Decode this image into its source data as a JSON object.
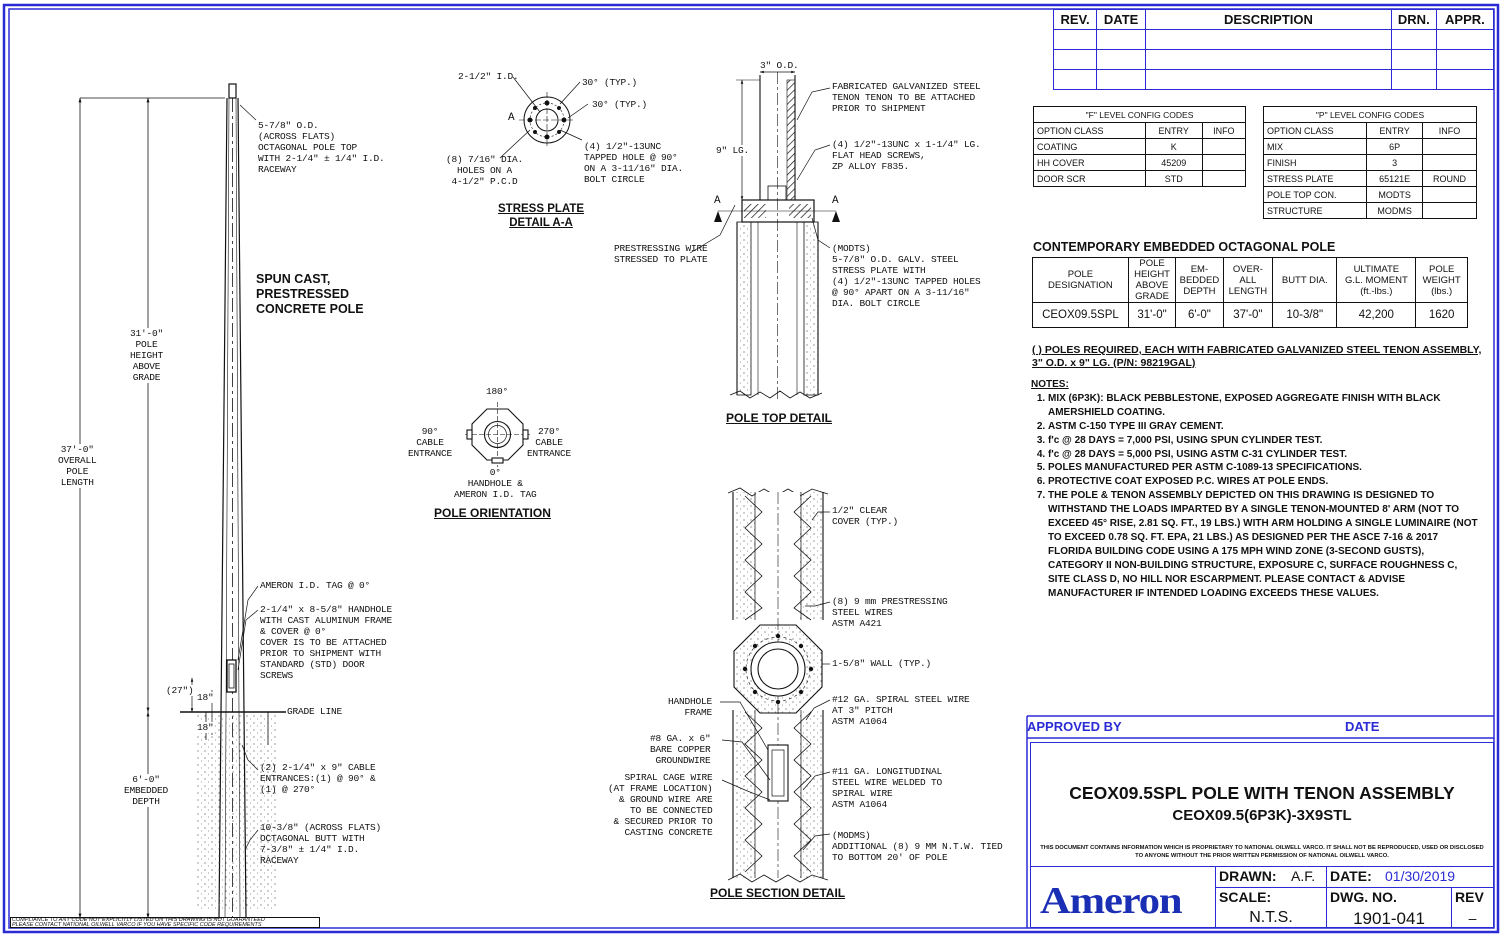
{
  "revision_block": {
    "headers": [
      "REV.",
      "DATE",
      "DESCRIPTION",
      "DRN.",
      "APPR."
    ]
  },
  "f_config": {
    "title": "\"F\" LEVEL CONFIG CODES",
    "headers": [
      "OPTION CLASS",
      "ENTRY",
      "INFO"
    ],
    "rows": [
      [
        "COATING",
        "K",
        ""
      ],
      [
        "HH COVER",
        "45209",
        ""
      ],
      [
        "DOOR SCR",
        "STD",
        ""
      ]
    ]
  },
  "p_config": {
    "title": "\"P\" LEVEL CONFIG CODES",
    "headers": [
      "OPTION CLASS",
      "ENTRY",
      "INFO"
    ],
    "rows": [
      [
        "MIX",
        "6P",
        ""
      ],
      [
        "FINISH",
        "3",
        ""
      ],
      [
        "STRESS PLATE",
        "65121E",
        "ROUND"
      ],
      [
        "POLE TOP CON.",
        "MODTS",
        ""
      ],
      [
        "STRUCTURE",
        "MODMS",
        ""
      ]
    ]
  },
  "pole_table": {
    "title": "CONTEMPORARY EMBEDDED OCTAGONAL POLE",
    "headers": [
      "POLE\nDESIGNATION",
      "POLE\nHEIGHT\nABOVE\nGRADE",
      "EM-\nBEDDED\nDEPTH",
      "OVER-\nALL\nLENGTH",
      "BUTT DIA.",
      "ULTIMATE\nG.L. MOMENT\n(ft.-lbs.)",
      "POLE\nWEIGHT\n(lbs.)"
    ],
    "row": [
      "CEOX09.5SPL",
      "31'-0\"",
      "6'-0\"",
      "37'-0\"",
      "10-3/8\"",
      "42,200",
      "1620"
    ],
    "footnote": "(  ) POLES REQUIRED, EACH WITH FABRICATED GALVANIZED STEEL TENON ASSEMBLY, 3\" O.D. x 9\" LG. (P/N: 98219GAL)"
  },
  "notes": {
    "title": "NOTES:",
    "items": [
      "MIX (6P3K):  BLACK PEBBLESTONE, EXPOSED AGGREGATE FINISH WITH BLACK AMERSHIELD COATING.",
      "ASTM C-150 TYPE III GRAY CEMENT.",
      "f'c @ 28 DAYS = 7,000 PSI, USING SPUN CYLINDER TEST.",
      "f'c @ 28 DAYS = 5,000 PSI, USING ASTM C-31 CYLINDER TEST.",
      "POLES MANUFACTURED PER ASTM C-1089-13 SPECIFICATIONS.",
      "PROTECTIVE COAT EXPOSED P.C. WIRES AT POLE ENDS.",
      "THE POLE & TENON ASSEMBLY DEPICTED ON THIS DRAWING IS DESIGNED TO WITHSTAND THE LOADS IMPARTED BY A SINGLE TENON-MOUNTED 8' ARM (NOT TO EXCEED 45° RISE, 2.81 SQ. FT., 19 LBS.) WITH ARM HOLDING A SINGLE LUMINAIRE (NOT TO EXCEED 0.78 SQ. FT. EPA, 21 LBS.) AS DESIGNED PER THE ASCE 7-16 & 2017 FLORIDA BUILDING CODE USING A 175 MPH WIND ZONE (3-SECOND GUSTS), CATEGORY II NON-BUILDING STRUCTURE, EXPOSURE C, SURFACE ROUGHNESS C, SITE CLASS D, NO HILL NOR ESCARPMENT. PLEASE CONTACT & ADVISE MANUFACTURER IF INTENDED LOADING EXCEEDS THESE VALUES."
    ]
  },
  "title_block": {
    "approved_by": "APPROVED BY",
    "date_label": "DATE",
    "title_line1": "CEOX09.5SPL POLE WITH TENON ASSEMBLY",
    "title_line2": "CEOX09.5(6P3K)-3X9STL",
    "proprietary": "THIS DOCUMENT CONTAINS INFORMATION WHICH IS PROPRIETARY TO NATIONAL OILWELL VARCO. IT SHALL NOT BE REPRODUCED, USED OR DISCLOSED TO ANYONE WITHOUT THE PRIOR WRITTEN PERMISSION OF NATIONAL OILWELL VARCO.",
    "logo": "Ameron",
    "drawn_label": "DRAWN:",
    "drawn_value": "A.F.",
    "date_field_label": "DATE:",
    "date_value": "01/30/2019",
    "scale_label": "SCALE:",
    "scale_value": "N.T.S.",
    "dwg_label": "DWG. NO.",
    "dwg_value": "1901-041",
    "rev_label": "REV",
    "rev_value": "–"
  },
  "compliance_note": {
    "line1": "COMPLIANCE TO ANY CODE NOT EXPLICITLY LISTED ON THIS DRAWING IS NOT GUARANTEED",
    "line2": "PLEASE CONTACT NATIONAL OILWELL VARCO IF YOU HAVE SPECIFIC CODE REQUIREMENTS"
  },
  "elevation": {
    "top_note": "5-7/8\" O.D.\n(ACROSS FLATS)\nOCTAGONAL POLE TOP\nWITH 2-1/4\" ± 1/4\" I.D.\nRACEWAY",
    "pole_type": "SPUN CAST,\nPRESTRESSED\nCONCRETE POLE",
    "height_dim": "31'-0\"\nPOLE\nHEIGHT\nABOVE\nGRADE",
    "overall_dim": "37'-0\"\nOVERALL\nPOLE\nLENGTH",
    "tag_note": "AMERON I.D. TAG @ 0°",
    "handhole_note": "2-1/4\" x 8-5/8\" HANDHOLE\nWITH CAST ALUMINUM FRAME\n& COVER @ 0°\nCOVER IS TO BE ATTACHED\nPRIOR TO SHIPMENT WITH\nSTANDARD (STD) DOOR\nSCREWS",
    "dim_27": "(27\")",
    "dim_18a": "18\"",
    "dim_18b": "18\"",
    "grade_line": "GRADE LINE",
    "cable_note": "(2) 2-1/4\" x 9\" CABLE\nENTRANCES:(1) @ 90° &\n(1) @ 270°",
    "embed_dim": "6'-0\"\nEMBEDDED\nDEPTH",
    "butt_note": "10-3/8\" (ACROSS FLATS)\nOCTAGONAL BUTT WITH\n7-3/8\" ± 1/4\" I.D.\nRACEWAY"
  },
  "stress_plate": {
    "id_label": "2-1/2\" I.D.",
    "typ1": "30° (TYP.)",
    "typ2": "30° (TYP.)",
    "letter": "A",
    "holes_note": "(8) 7/16\" DIA.\nHOLES ON A\n4-1/2\" P.C.D",
    "tapped_note": "(4) 1/2\"-13UNC\nTAPPED HOLE @ 90°\nON A 3-11/16\" DIA.\nBOLT CIRCLE",
    "title": "STRESS PLATE\nDETAIL A-A",
    "prestress_note": "PRESTRESSING WIRE\nSTRESSED TO PLATE"
  },
  "orientation": {
    "deg180": "180°",
    "deg90": "90°\nCABLE\nENTRANCE",
    "deg270": "270°\nCABLE\nENTRANCE",
    "deg0": "0°\nHANDHOLE &\nAMERON I.D. TAG",
    "title": "POLE ORIENTATION"
  },
  "pole_top": {
    "od": "3\" O.D.",
    "tenon_note": "FABRICATED GALVANIZED STEEL\nTENON TENON TO BE ATTACHED\nPRIOR TO SHIPMENT",
    "length": "9\" LG.",
    "screws_note": "(4) 1/2\"-13UNC x 1-1/4\" LG.\nFLAT HEAD SCREWS,\nZP ALLOY F835.",
    "letter_a": "A",
    "letter_b": "A",
    "modts_note": "(MODTS)\n5-7/8\" O.D. GALV. STEEL\nSTRESS PLATE WITH\n(4) 1/2\"-13UNC TAPPED HOLES\n@ 90° APART ON A 3-11/16\"\nDIA. BOLT CIRCLE",
    "title": "POLE TOP DETAIL"
  },
  "section": {
    "cover": "1/2\" CLEAR\nCOVER (TYP.)",
    "wires": "(8) 9 mm PRESTRESSING\nSTEEL WIRES\nASTM A421",
    "wall": "1-5/8\" WALL (TYP.)",
    "spiral": "#12 GA. SPIRAL STEEL WIRE\nAT 3\" PITCH\nASTM A1064",
    "handhole_frame": "HANDHOLE\nFRAME",
    "ground": "#8 GA. x 6\"\nBARE COPPER\nGROUNDWIRE",
    "cage": "SPIRAL CAGE WIRE\n(AT FRAME LOCATION)\n& GROUND WIRE ARE\nTO BE CONNECTED\n& SECURED PRIOR TO\nCASTING CONCRETE",
    "longitudinal": "#11 GA. LONGITUDINAL\nSTEEL WIRE WELDED TO\nSPIRAL WIRE\nASTM A1064",
    "modms": "(MODMS)\nADDITIONAL (8) 9 MM N.T.W. TIED\nTO BOTTOM 20' OF POLE",
    "title": "POLE SECTION DETAIL"
  },
  "colors": {
    "border": "#2b2bd6",
    "line": "#111111"
  }
}
